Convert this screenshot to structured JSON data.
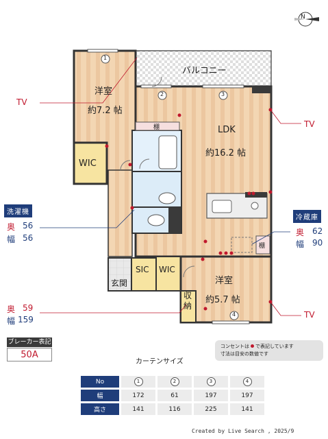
{
  "rooms": {
    "balcony": "バルコニー",
    "western1": "洋室",
    "western1_size": "約7.2 帖",
    "ldk": "LDK",
    "ldk_size": "約16.2 帖",
    "shelf1": "棚",
    "shelf2": "棚",
    "wic1": "WIC",
    "wic2": "WIC",
    "sic": "SIC",
    "entrance": "玄関",
    "storage": "収納",
    "western2": "洋室",
    "western2_size": "約5.7 帖"
  },
  "window_numbers": [
    "1",
    "2",
    "3",
    "4"
  ],
  "tv_labels": [
    "TV",
    "TV",
    "TV"
  ],
  "washer": {
    "title": "洗濯機",
    "depth_label": "奥",
    "depth": "56",
    "width_label": "幅",
    "width": "56"
  },
  "fridge": {
    "title": "冷蔵庫",
    "depth_label": "奥",
    "depth": "62",
    "width_label": "幅",
    "width": "90"
  },
  "storage_dims": {
    "depth_label": "奥",
    "depth": "59",
    "width_label": "幅",
    "width": "159"
  },
  "breaker": {
    "title": "ブレーカー表記",
    "value": "50A"
  },
  "note": {
    "line1_a": "コンセントは",
    "line1_b": "で表記しています",
    "line2": "寸法は目安の数値です"
  },
  "curtain": {
    "title": "カーテンサイズ",
    "header": "No",
    "numbers": [
      "1",
      "2",
      "3",
      "4"
    ],
    "rows": [
      {
        "label": "幅",
        "values": [
          "172",
          "61",
          "197",
          "197"
        ]
      },
      {
        "label": "高さ",
        "values": [
          "141",
          "116",
          "225",
          "141"
        ]
      }
    ]
  },
  "compass_label": "N",
  "credit": "Created by Live Search , 2025/9",
  "colors": {
    "floor": "#f2d4b0",
    "floor_stripe": "#e8c39c",
    "wall": "#3a3a3a",
    "accent": "#c0182d",
    "navy": "#1f3d7a"
  }
}
